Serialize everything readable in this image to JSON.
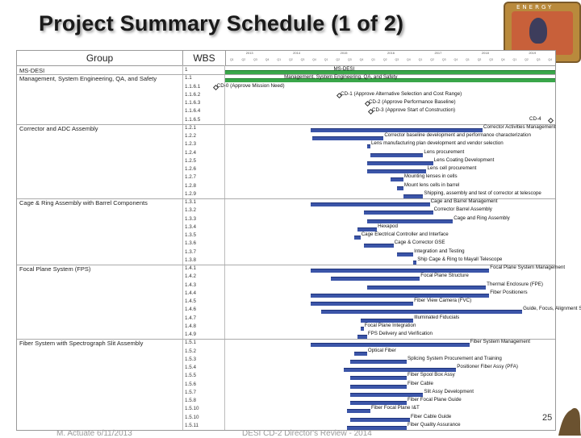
{
  "slide": {
    "title": "Project Summary Schedule (1 of 2)",
    "page_number": "25",
    "footer_left": "M. Actuate     6/11/2013",
    "footer_center": "DESI CD-2 Director's Review - 2014"
  },
  "logo": {
    "text": "ENERGY"
  },
  "header": {
    "group": "Group",
    "wbs": "WBS"
  },
  "years": [
    "2013",
    "2014",
    "2015",
    "2016",
    "2017",
    "2018",
    "2019"
  ],
  "quarters": [
    "Q1",
    "Q2",
    "Q3",
    "Q4",
    "Q1",
    "Q2",
    "Q3",
    "Q4",
    "Q1",
    "Q2",
    "Q3",
    "Q4",
    "Q1",
    "Q2",
    "Q3",
    "Q4",
    "Q1",
    "Q2",
    "Q3",
    "Q4",
    "Q1",
    "Q2",
    "Q3",
    "Q4",
    "Q1",
    "Q2",
    "Q3",
    "Q4"
  ],
  "groups": [
    {
      "label": "MS-DESI"
    },
    {
      "label": "Management, System Engineering, QA, and Safety"
    },
    {
      "label": "Corrector and ADC Assembly"
    },
    {
      "label": "Cage & Ring Assembly with Barrel Components"
    },
    {
      "label": "Focal Plane System (FPS)"
    },
    {
      "label": "Fiber System with Spectrograph Slit Assembly"
    }
  ],
  "rows": [
    {
      "wbs": "1",
      "label": "MS-DESI",
      "kind": "green",
      "start": 0.0,
      "end": 1.0,
      "label_pos": 0.5
    },
    {
      "wbs": "1.1",
      "label": "Management, System Engineering, QA, and Safety",
      "kind": "green",
      "start": 0.0,
      "end": 1.0,
      "label_pos": 0.35
    },
    {
      "wbs": "1.1.6.1",
      "label": "CD-0 (Approve Mission Need)",
      "kind": "milestone",
      "start": -0.035
    },
    {
      "wbs": "1.1.6.2",
      "label": "CD-1 (Approve Alternative Selection and Cost Range)",
      "kind": "milestone",
      "start": 0.34
    },
    {
      "wbs": "1.1.6.3",
      "label": "CD-2 (Approve Performance Baseline)",
      "kind": "milestone",
      "start": 0.425
    },
    {
      "wbs": "1.1.6.4",
      "label": "CD-3 (Approve Start of Construction)",
      "kind": "milestone",
      "start": 0.435
    },
    {
      "wbs": "1.1.6.5",
      "label": "CD-4",
      "kind": "milestone-end",
      "start": 0.99
    },
    {
      "wbs": "1.2.1",
      "label": "Corrector Activities Management",
      "kind": "blue",
      "start": 0.26,
      "end": 0.78
    },
    {
      "wbs": "1.2.2",
      "label": "Corrector baseline development and performance characterization",
      "kind": "blue",
      "start": 0.265,
      "end": 0.48
    },
    {
      "wbs": "1.2.3",
      "label": "Lens manufacturing plan development and vendor selection",
      "kind": "blue",
      "start": 0.43,
      "end": 0.44
    },
    {
      "wbs": "1.2.4",
      "label": "Lens procurement",
      "kind": "blue",
      "start": 0.44,
      "end": 0.6
    },
    {
      "wbs": "1.2.5",
      "label": "Lens Coating Development",
      "kind": "blue",
      "start": 0.43,
      "end": 0.63
    },
    {
      "wbs": "1.2.6",
      "label": "Lens cell procurement",
      "kind": "blue",
      "start": 0.43,
      "end": 0.61
    },
    {
      "wbs": "1.2.7",
      "label": "Mounting lenses in cells",
      "kind": "blue",
      "start": 0.5,
      "end": 0.54
    },
    {
      "wbs": "1.2.8",
      "label": "Mount lens cells in barrel",
      "kind": "blue",
      "start": 0.52,
      "end": 0.54
    },
    {
      "wbs": "1.2.9",
      "label": "Shipping, assembly and test of corrector at telescope",
      "kind": "blue",
      "start": 0.54,
      "end": 0.6
    },
    {
      "wbs": "1.3.1",
      "label": "Cage and Barrel Management",
      "kind": "blue",
      "start": 0.26,
      "end": 0.62
    },
    {
      "wbs": "1.3.2",
      "label": "Corrector Barrel Assembly",
      "kind": "blue",
      "start": 0.42,
      "end": 0.63
    },
    {
      "wbs": "1.3.3",
      "label": "Cage and Ring Assembly",
      "kind": "blue",
      "start": 0.43,
      "end": 0.69
    },
    {
      "wbs": "1.3.4",
      "label": "Hexapod",
      "kind": "blue",
      "start": 0.4,
      "end": 0.46
    },
    {
      "wbs": "1.3.5",
      "label": "Cage Electrical Controller and Interface",
      "kind": "blue",
      "start": 0.39,
      "end": 0.41
    },
    {
      "wbs": "1.3.6",
      "label": "Cage & Corrector GSE",
      "kind": "blue",
      "start": 0.42,
      "end": 0.51
    },
    {
      "wbs": "1.3.7",
      "label": "Integration and Testing",
      "kind": "blue",
      "start": 0.52,
      "end": 0.57
    },
    {
      "wbs": "1.3.8",
      "label": "Ship Cage & Ring to Mayall Telescope",
      "kind": "blue",
      "start": 0.57,
      "end": 0.58
    },
    {
      "wbs": "1.4.1",
      "label": "Focal Plane System Management",
      "kind": "blue",
      "start": 0.26,
      "end": 0.8
    },
    {
      "wbs": "1.4.2",
      "label": "Focal Plane Structure",
      "kind": "blue",
      "start": 0.32,
      "end": 0.59
    },
    {
      "wbs": "1.4.3",
      "label": "Thermal Enclosure (FPE)",
      "kind": "blue",
      "start": 0.43,
      "end": 0.79
    },
    {
      "wbs": "1.4.4",
      "label": "Fiber Positioners",
      "kind": "blue",
      "start": 0.26,
      "end": 0.8
    },
    {
      "wbs": "1.4.5",
      "label": "Fiber View Camera (FVC)",
      "kind": "blue",
      "start": 0.26,
      "end": 0.57
    },
    {
      "wbs": "1.4.6",
      "label": "Guide, Focus, Alignment Sensor",
      "kind": "blue",
      "start": 0.29,
      "end": 0.9
    },
    {
      "wbs": "1.4.7",
      "label": "Illuminated Fiducials",
      "kind": "blue",
      "start": 0.41,
      "end": 0.57
    },
    {
      "wbs": "1.4.8",
      "label": "Focal Plane Integration",
      "kind": "blue",
      "start": 0.41,
      "end": 0.41
    },
    {
      "wbs": "1.4.9",
      "label": "FPS Delivery and Verification",
      "kind": "blue",
      "start": 0.4,
      "end": 0.43
    },
    {
      "wbs": "1.5.1",
      "label": "Fiber System Management",
      "kind": "blue",
      "start": 0.26,
      "end": 0.74
    },
    {
      "wbs": "1.5.2",
      "label": "Optical Fiber",
      "kind": "blue",
      "start": 0.39,
      "end": 0.43
    },
    {
      "wbs": "1.5.3",
      "label": "Splicing System Procurement and Training",
      "kind": "blue",
      "start": 0.38,
      "end": 0.55
    },
    {
      "wbs": "1.5.4",
      "label": "Positioner Fiber Assy (PFA)",
      "kind": "blue",
      "start": 0.36,
      "end": 0.7
    },
    {
      "wbs": "1.5.5",
      "label": "Fiber Spool Box Assy",
      "kind": "blue",
      "start": 0.38,
      "end": 0.55
    },
    {
      "wbs": "1.5.6",
      "label": "Fiber Cable",
      "kind": "blue",
      "start": 0.38,
      "end": 0.55
    },
    {
      "wbs": "1.5.7",
      "label": "Slit Assy Development",
      "kind": "blue",
      "start": 0.38,
      "end": 0.6
    },
    {
      "wbs": "1.5.8",
      "label": "Fiber Focal Plane Guide",
      "kind": "blue",
      "start": 0.38,
      "end": 0.55
    },
    {
      "wbs": "1.5.10",
      "label": "Fiber Focal Plane I&T",
      "kind": "blue",
      "start": 0.37,
      "end": 0.44
    },
    {
      "wbs": "1.5.10",
      "label": "Fiber Cable Guide",
      "kind": "blue",
      "start": 0.38,
      "end": 0.56
    },
    {
      "wbs": "1.5.11",
      "label": "Fiber Quality Assurance",
      "kind": "blue",
      "start": 0.37,
      "end": 0.55
    }
  ]
}
